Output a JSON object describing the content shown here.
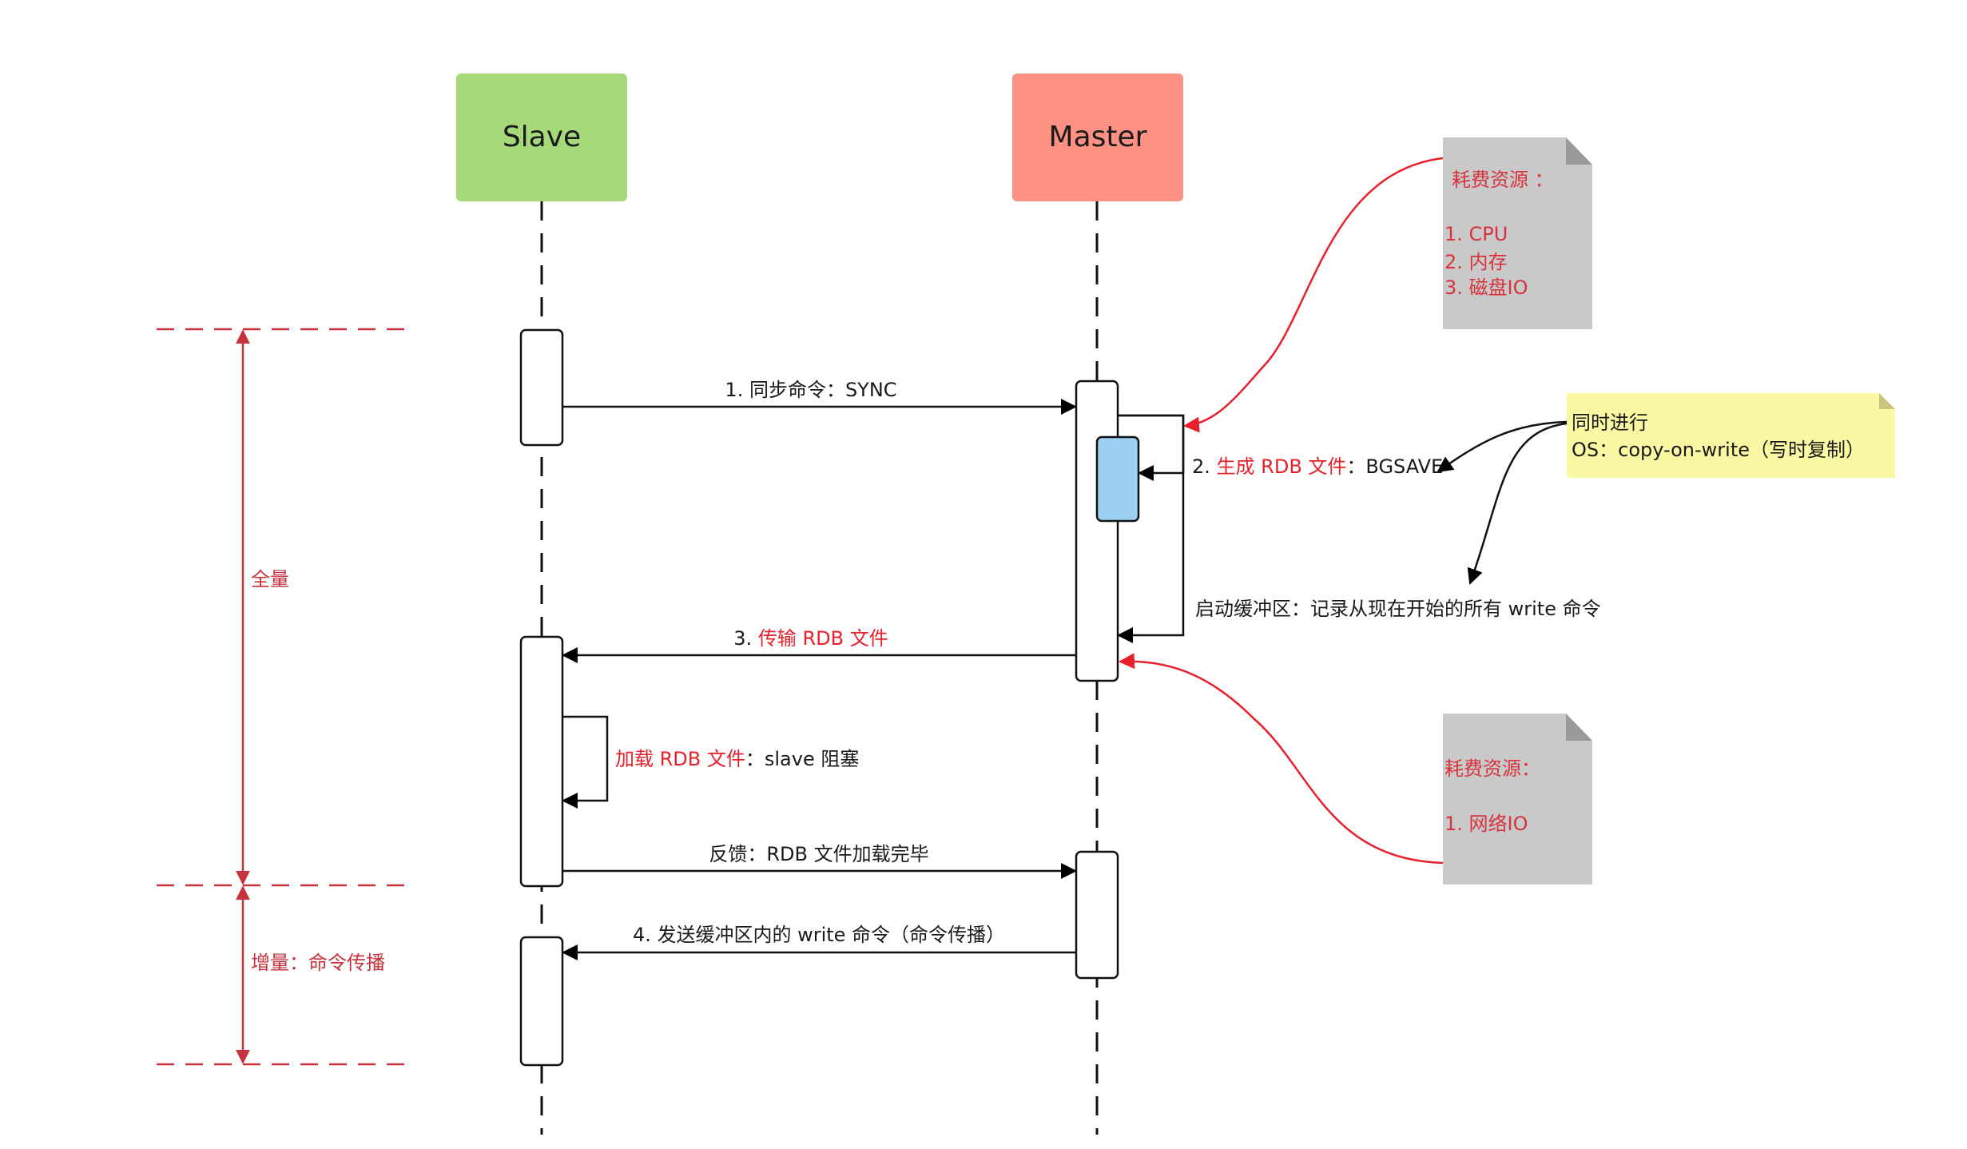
{
  "colors": {
    "slave_fill": "#a6da78",
    "master_fill": "#fe9184",
    "phase_red": "#c8323c",
    "highlight_red": "#e8202a",
    "note_gray": "#c9c9c9",
    "note_yellow": "#fbf8a4",
    "sub_activation": "#9cd0f2"
  },
  "actors": {
    "slave": "Slave",
    "master": "Master"
  },
  "phases": {
    "full": "全量",
    "incremental": "增量：命令传播"
  },
  "messages": {
    "m1": "1. 同步命令：SYNC",
    "m2_prefix": "2. ",
    "m2_red": "生成 RDB 文件",
    "m2_suffix": "：BGSAVE",
    "buffer": "启动缓冲区：记录从现在开始的所有 write 命令",
    "m3_prefix": "3. ",
    "m3_red": "传输 RDB 文件",
    "load_red": "加载 RDB 文件",
    "load_suffix": "：slave 阻塞",
    "feedback": "反馈：RDB 文件加载完毕",
    "m4": "4. 发送缓冲区内的 write 命令（命令传播）"
  },
  "notes": {
    "cost1": {
      "title": "耗费资源 ：",
      "items": [
        "1. CPU",
        "2. 内存",
        "3. 磁盘IO"
      ]
    },
    "concurrent": {
      "line1": "同时进行",
      "line2": "OS：copy-on-write（写时复制）"
    },
    "cost2": {
      "title": "耗费资源：",
      "items": [
        "1. 网络IO"
      ]
    }
  }
}
